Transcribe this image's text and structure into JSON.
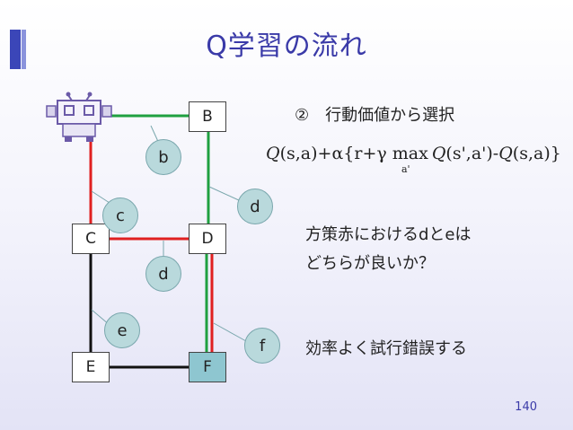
{
  "slide": {
    "title": "Q学習の流れ",
    "page_number": "140"
  },
  "graph": {
    "nodes": [
      {
        "id": "B",
        "label": "B"
      },
      {
        "id": "C",
        "label": "C"
      },
      {
        "id": "D",
        "label": "D"
      },
      {
        "id": "E",
        "label": "E"
      },
      {
        "id": "F",
        "label": "F"
      }
    ],
    "bubbles": {
      "b": "b",
      "c": "c",
      "d_top": "d",
      "d_mid": "d",
      "e": "e",
      "f": "f"
    },
    "colors": {
      "red": "#e02020",
      "green": "#1fa040",
      "black": "#111111",
      "goal_fill": "#8ec6d0",
      "bubble_fill": "#b9d9dc"
    }
  },
  "panel": {
    "step": "②　行動価値から選択",
    "formula": {
      "p1": "Q",
      "p2": "(s,a)+α{r+γ max",
      "max_sub": "a'",
      "p3": "Q",
      "p4": "(s',a')-",
      "p5": "Q",
      "p6": "(s,a)}"
    },
    "question_line1": "方策赤におけるdとeは",
    "question_line2": "どちらが良いか？",
    "conclusion": "効率よく試行錯誤する"
  }
}
